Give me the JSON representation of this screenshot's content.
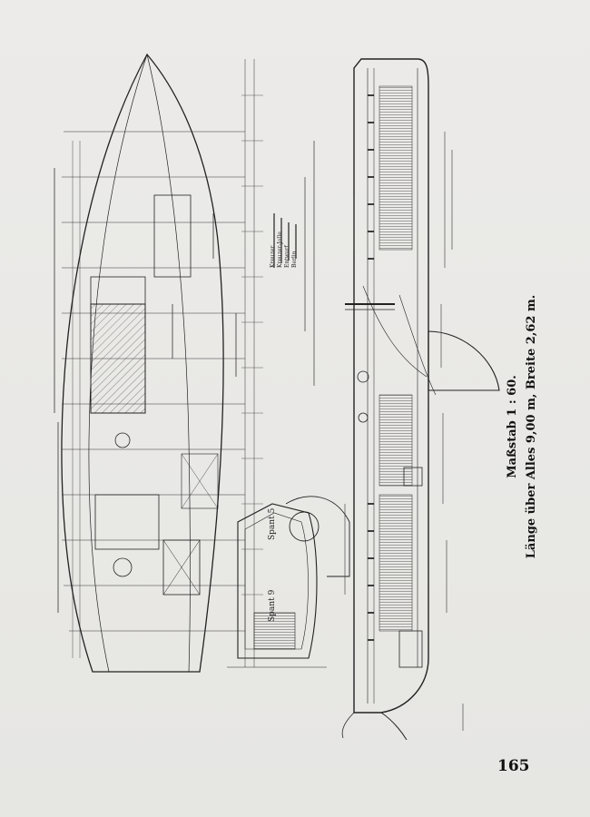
{
  "caption": {
    "scale": "Maßstab 1 : 60.",
    "dimensions": "Länge über Alles 9,00 m, Breite 2,62 m."
  },
  "page_number": "165",
  "drawing": {
    "title_block": [
      "Kreuzer",
      "Kreuzer-Jolle",
      "Entwurf",
      "Berlin"
    ],
    "section_label": "Spant 5",
    "section_label_2": "Spant 9"
  }
}
